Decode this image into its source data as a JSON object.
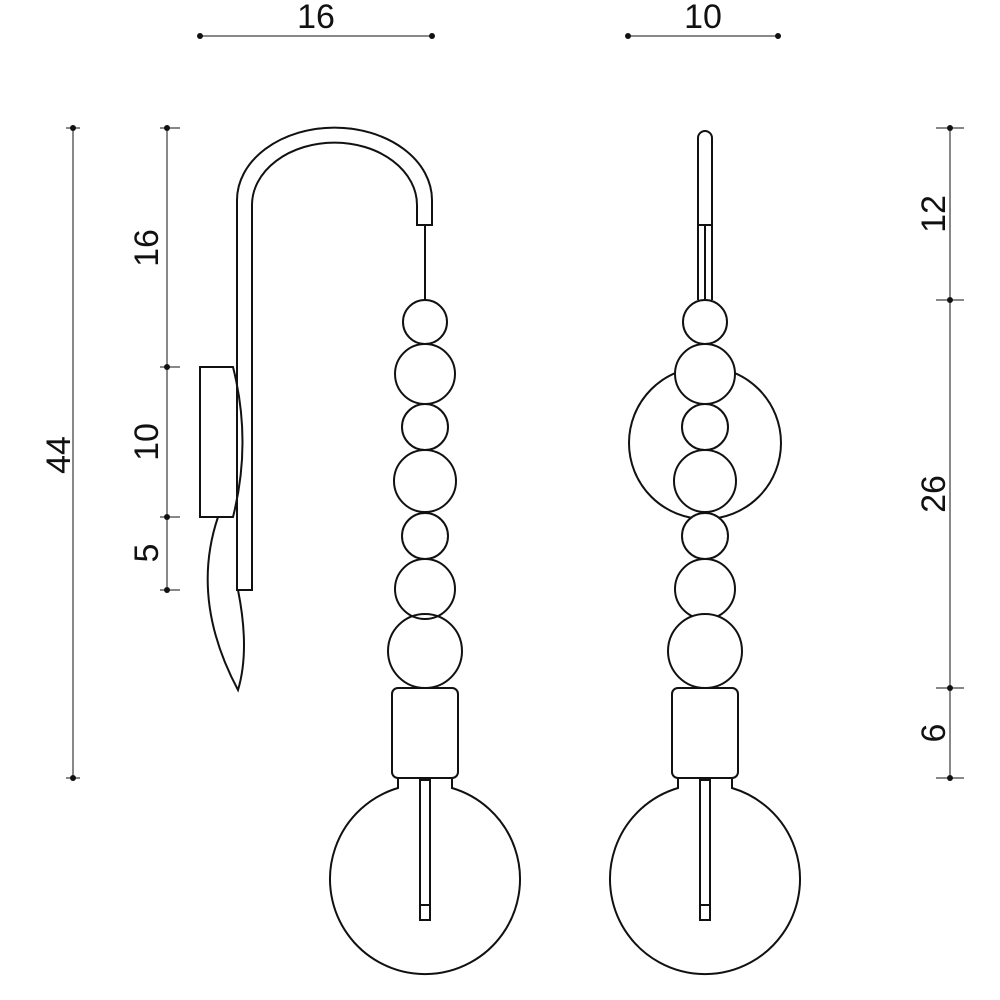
{
  "dimensions": {
    "side_width": "16",
    "front_width": "10",
    "total_height": "44",
    "arm_height": "16",
    "plate_height": "10",
    "rod_below_plate": "5",
    "front_top": "12",
    "front_middle": "26",
    "socket_height": "6"
  },
  "colors": {
    "line": "#111111",
    "background": "#ffffff"
  }
}
